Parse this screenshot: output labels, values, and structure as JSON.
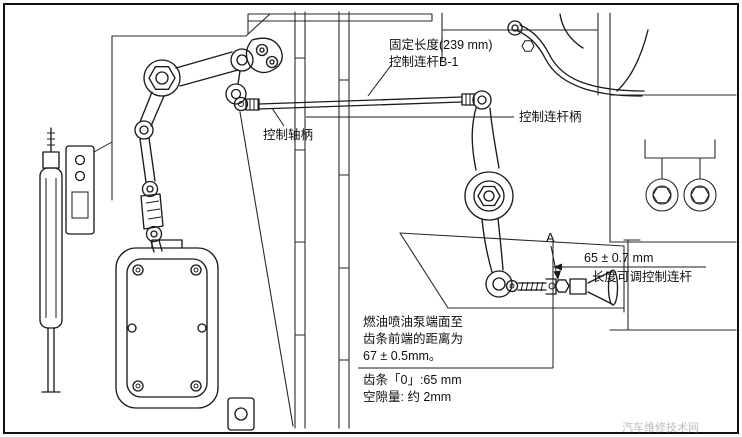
{
  "colors": {
    "line": "#1b1b1b",
    "background": "#ffffff",
    "frame": "#111111",
    "watermark": "#bdbdbd"
  },
  "labels": {
    "fixed_length_line1": "固定长度(239 mm)",
    "fixed_length_line2": "控制连杆B-1",
    "control_shaft_handle": "控制轴柄",
    "control_link_handle": "控制连杆柄",
    "point_a": "A",
    "dim_65": "65 ± 0.7 mm",
    "adjustable_link": "长度可调控制连杆",
    "pump_note_line1": "燃油喷油泵端面至",
    "pump_note_line2": "齿条前端的距离为",
    "pump_note_line3": "67 ± 0.5mm。",
    "rack_zero": "齿条「0」:65 mm",
    "clearance": "空隙量: 约 2mm",
    "watermark": "汽车维修技术网"
  }
}
